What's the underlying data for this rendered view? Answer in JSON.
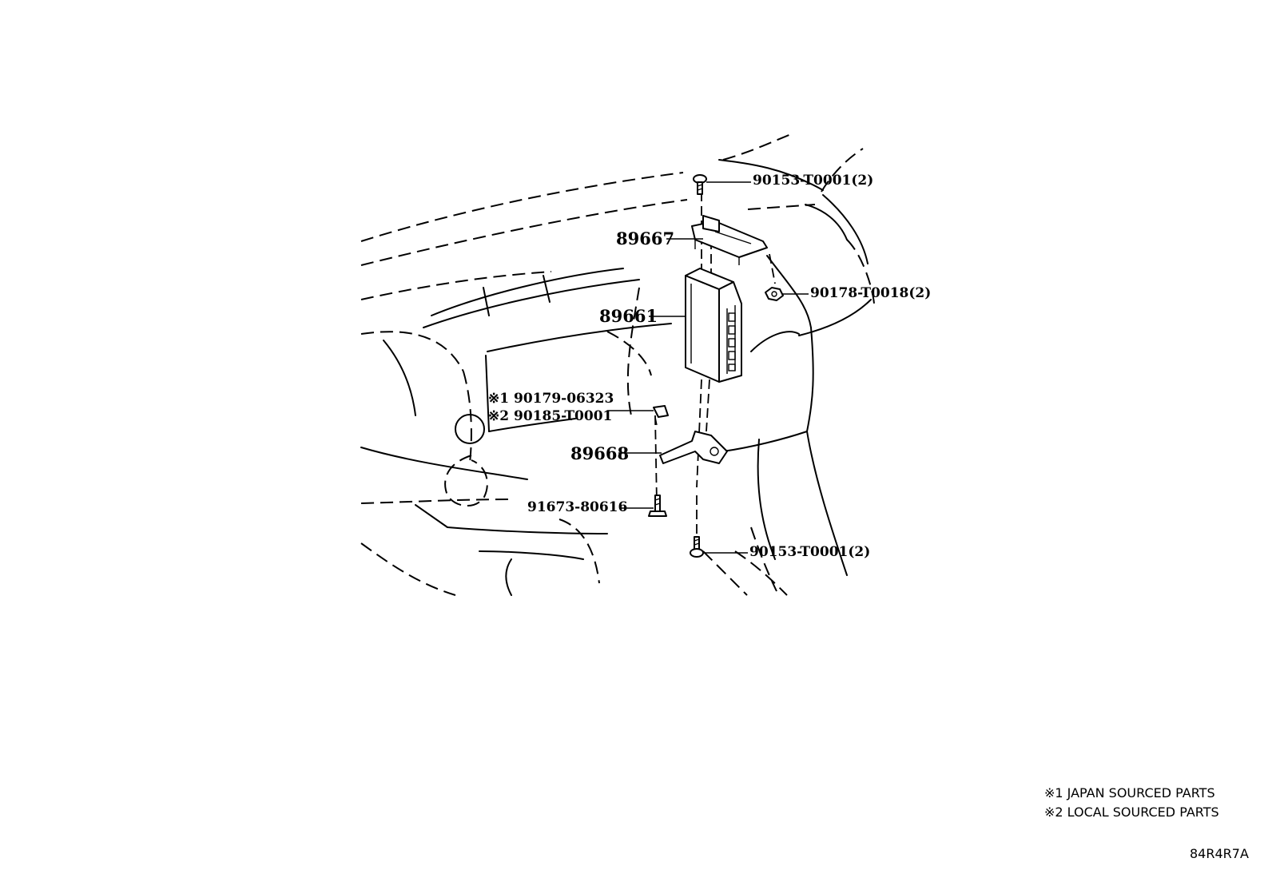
{
  "callouts": {
    "screw_top": "90153-T0001(2)",
    "bracket_upper": "89667",
    "nut": "90178-T0018(2)",
    "computer": "89661",
    "clip_japan_mark": "※1",
    "clip_japan": "90179-06323",
    "clip_local_mark": "※2",
    "clip_local": "90185-T0001",
    "bracket_lower": "89668",
    "bolt": "91673-80616",
    "screw_bottom": "90153-T0001(2)"
  },
  "legend": {
    "note_1": "※1 JAPAN SOURCED PARTS",
    "note_2": "※2 LOCAL SOURCED PARTS"
  },
  "figure_code": "84R4R7A"
}
